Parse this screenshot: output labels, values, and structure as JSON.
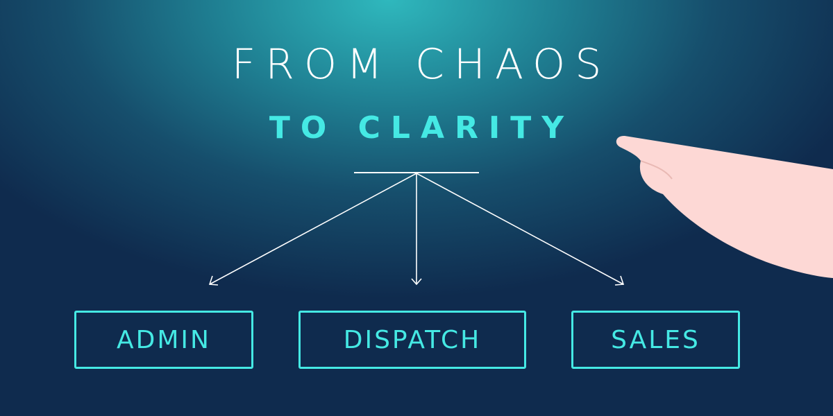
{
  "headline": {
    "line1": "FROM CHAOS",
    "line2": "TO CLARITY"
  },
  "diagram": {
    "nodes": [
      {
        "label": "ADMIN"
      },
      {
        "label": "DISPATCH"
      },
      {
        "label": "SALES"
      }
    ]
  },
  "colors": {
    "accent": "#45e9e4",
    "background": "#0f2b4e",
    "text": "#ffffff",
    "hand": "#fdd8d5"
  },
  "icons": [
    "pointing-hand-icon"
  ]
}
